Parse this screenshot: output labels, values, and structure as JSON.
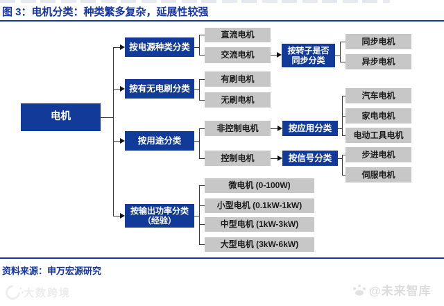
{
  "header": {
    "title": "图 3：电机分类：种类繁多复杂，延展性较强"
  },
  "footer": {
    "source": "资料来源：申万宏源研究",
    "watermark_left": "大数跨境",
    "watermark_right": "@未来智库"
  },
  "icons": {
    "watermark_left_logo": "smiley-logo-icon",
    "watermark_right_logo": "paw-icon"
  },
  "colors": {
    "category_box_blue": "#123a98",
    "leaf_box_gray": "#c7c7c7",
    "title_blue": "#1535a6",
    "connector_line": "#3a3a3a",
    "background": "#ffffff"
  },
  "nodes": {
    "root": {
      "label": "电机"
    },
    "cat_source": {
      "label": "按电源种类分类"
    },
    "dc": {
      "label": "直流电机"
    },
    "ac": {
      "label": "交流电机"
    },
    "cat_rotor": {
      "label": "按转子是否",
      "label2": "同步分类"
    },
    "sync": {
      "label": "同步电机"
    },
    "async": {
      "label": "异步电机"
    },
    "cat_brush": {
      "label": "按有无电刷分类"
    },
    "brushed": {
      "label": "有刷电机"
    },
    "brushless": {
      "label": "无刷电机"
    },
    "cat_usage": {
      "label": "按用途分类"
    },
    "noncontrol": {
      "label": "非控制电机"
    },
    "control": {
      "label": "控制电机"
    },
    "cat_app": {
      "label": "按应用分类"
    },
    "auto": {
      "label": "汽车电机"
    },
    "home": {
      "label": "家电电机"
    },
    "tool": {
      "label": "电动工具电机"
    },
    "cat_signal": {
      "label": "按信号分类"
    },
    "stepper": {
      "label": "步进电机"
    },
    "servo": {
      "label": "伺服电机"
    },
    "cat_power": {
      "label": "按输出功率分类",
      "label2": "（经验）"
    },
    "micro": {
      "label": "微电机 (0-100W)"
    },
    "small": {
      "label": "小型电机 (0.1kW-1kW)"
    },
    "medium": {
      "label": "中型电机 (1kW-3kW)"
    },
    "large": {
      "label": "大型电机 (3kW-6kW)"
    }
  },
  "hierarchy": {
    "root": "电机",
    "branches": [
      {
        "category": "按电源种类分类",
        "children": [
          {
            "label": "直流电机"
          },
          {
            "label": "交流电机",
            "sub_category": "按转子是否同步分类",
            "sub_children": [
              "同步电机",
              "异步电机"
            ]
          }
        ]
      },
      {
        "category": "按有无电刷分类",
        "children": [
          {
            "label": "有刷电机"
          },
          {
            "label": "无刷电机"
          }
        ]
      },
      {
        "category": "按用途分类",
        "children": [
          {
            "label": "非控制电机",
            "sub_category": "按应用分类",
            "sub_children": [
              "汽车电机",
              "家电电机",
              "电动工具电机"
            ]
          },
          {
            "label": "控制电机",
            "sub_category": "按信号分类",
            "sub_children": [
              "步进电机",
              "伺服电机"
            ]
          }
        ]
      },
      {
        "category": "按输出功率分类（经验）",
        "children": [
          {
            "label": "微电机 (0-100W)"
          },
          {
            "label": "小型电机 (0.1kW-1kW)"
          },
          {
            "label": "中型电机 (1kW-3kW)"
          },
          {
            "label": "大型电机 (3kW-6kW)"
          }
        ]
      }
    ]
  }
}
